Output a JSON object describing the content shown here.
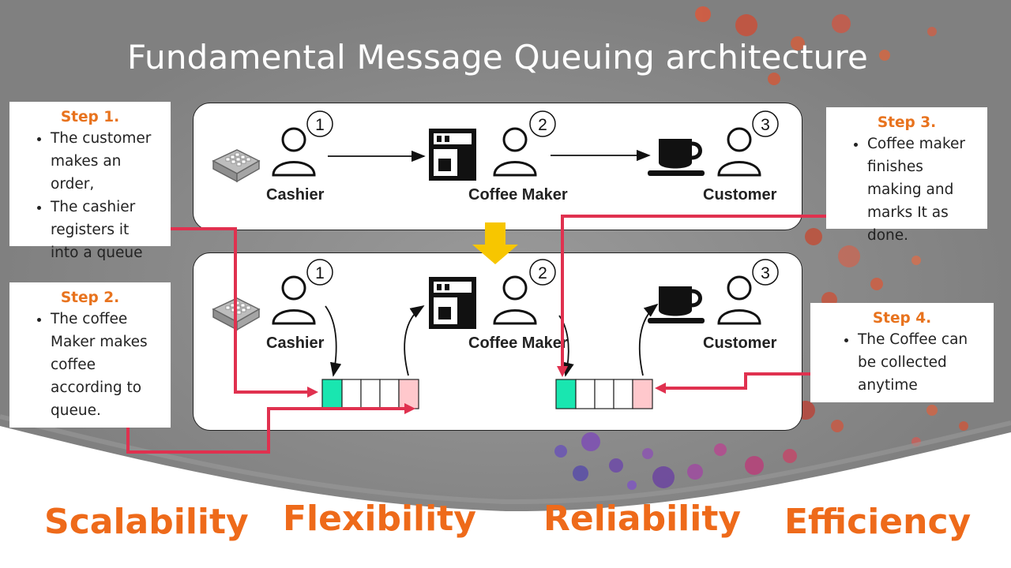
{
  "title": "Fundamental Message Queuing architecture",
  "colors": {
    "accent_orange": "#ee6a1a",
    "line_red": "#e0314f",
    "queue_green": "#19e6b0",
    "queue_pink": "#ffc8cc",
    "arrow_yellow": "#f7c600"
  },
  "top_panel": {
    "roles": [
      {
        "label": "Cashier",
        "number": "1",
        "icon": "cash-register-icon"
      },
      {
        "label": "Coffee Maker",
        "number": "2",
        "icon": "coffee-machine-icon"
      },
      {
        "label": "Customer",
        "number": "3",
        "icon": "coffee-cup-icon"
      }
    ]
  },
  "bottom_panel": {
    "roles": [
      {
        "label": "Cashier",
        "number": "1",
        "icon": "cash-register-icon"
      },
      {
        "label": "Coffee Maker",
        "number": "2",
        "icon": "coffee-machine-icon"
      },
      {
        "label": "Customer",
        "number": "3",
        "icon": "coffee-cup-icon"
      }
    ]
  },
  "steps": [
    {
      "heading": "Step 1.",
      "bullets": [
        "The customer makes an order,",
        "The cashier registers it into a queue"
      ]
    },
    {
      "heading": "Step 2.",
      "bullets": [
        "The coffee Maker makes coffee according to queue."
      ]
    },
    {
      "heading": "Step 3.",
      "bullets": [
        "Coffee maker finishes making and marks It as done."
      ]
    },
    {
      "heading": "Step 4.",
      "bullets": [
        "The Coffee can be collected anytime"
      ]
    }
  ],
  "benefits": [
    "Scalability",
    "Flexibility",
    "Reliability",
    "Efficiency"
  ]
}
